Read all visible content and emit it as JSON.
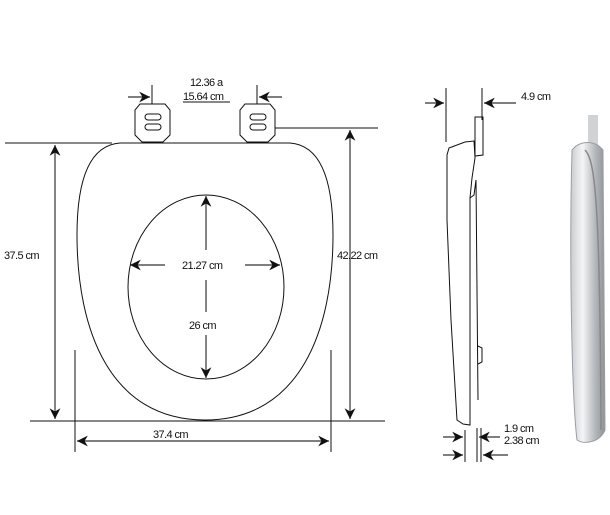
{
  "dimensions": {
    "hinge_spacing_a": "12.36 a",
    "hinge_spacing": "15.64 cm",
    "seat_length": "37.5 cm",
    "total_length": "42.22 cm",
    "inner_width": "21.27 cm",
    "inner_length": "26 cm",
    "seat_width": "37.4 cm",
    "hinge_depth": "4.9 cm",
    "lid_thickness": "1.9 cm",
    "seat_thickness": "2.38 cm"
  }
}
